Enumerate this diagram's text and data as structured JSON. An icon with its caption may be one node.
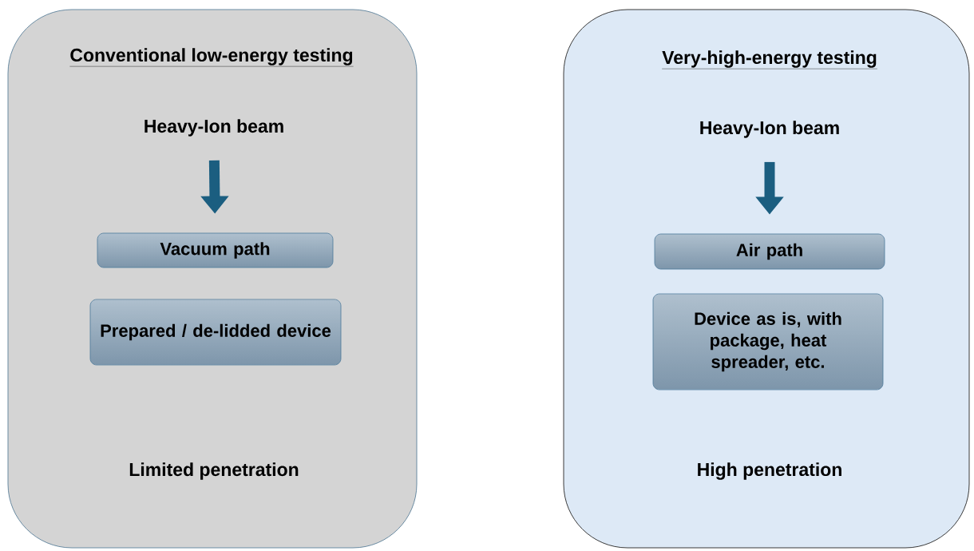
{
  "diagram": {
    "nodes": [
      {
        "text": [
          "Conventional low-energy testing"
        ]
      },
      {
        "text": [
          "Heavy-Ion beam"
        ],
        "in": 0
      },
      {
        "text": [
          "Vacuum path"
        ],
        "in": 0
      },
      {
        "text": [
          "Prepared / de-lidded device"
        ],
        "in": 0
      },
      {
        "text": [
          "Limited penetration"
        ],
        "in": 0
      },
      {
        "text": [
          "Very-high-energy testing"
        ]
      },
      {
        "text": [
          "Heavy-Ion beam"
        ],
        "in": 5
      },
      {
        "text": [
          "Air path"
        ],
        "in": 5
      },
      {
        "text": [
          "Device as is, with package, heat spreader, etc."
        ],
        "in": 5
      },
      {
        "text": [
          "High penetration"
        ],
        "in": 5
      }
    ],
    "edges": [
      {
        "from": 1,
        "to": 2,
        "arrow": "to"
      },
      {
        "from": 6,
        "to": 7,
        "arrow": "to"
      }
    ]
  }
}
